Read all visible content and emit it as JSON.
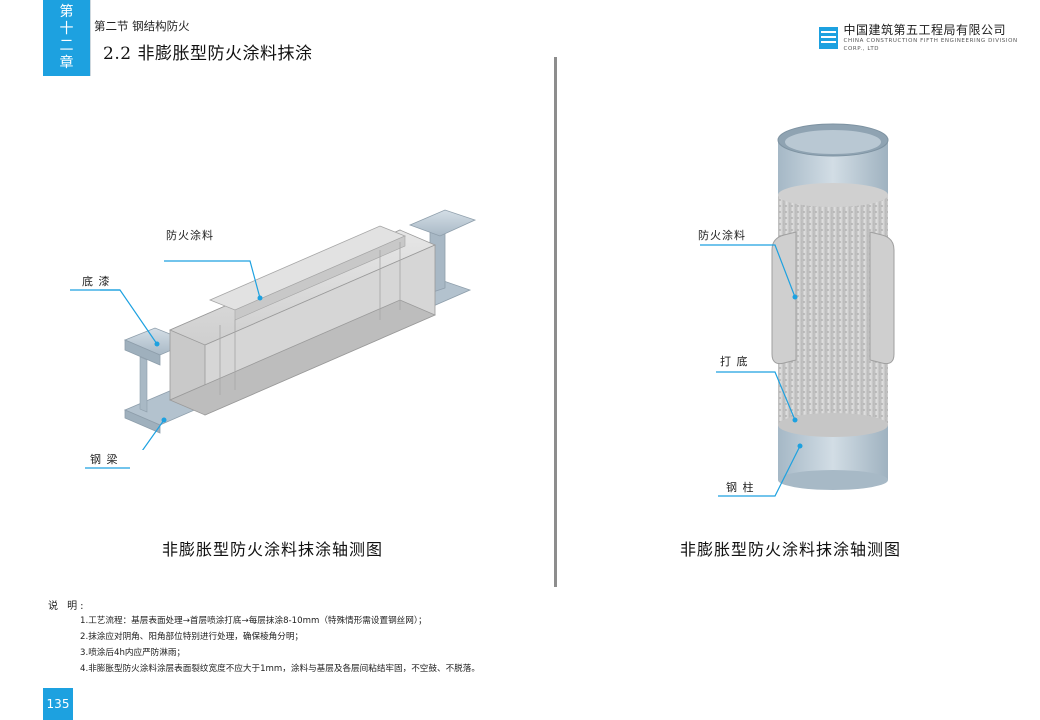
{
  "header": {
    "chapter_chars": [
      "第",
      "十",
      "二",
      "章"
    ],
    "section": "第二节  钢结构防火",
    "title": "2.2  非膨胀型防火涂料抹涂"
  },
  "logo": {
    "name_cn": "中国建筑第五工程局有限公司",
    "name_en": "CHINA CONSTRUCTION FIFTH ENGINEERING DIVISION CORP., LTD",
    "color": "#1da1e0"
  },
  "left_figure": {
    "callouts": {
      "coating": "防火涂料",
      "primer": "底  漆",
      "beam": "钢  梁"
    },
    "caption": "非膨胀型防火涂料抹涂轴测图"
  },
  "right_figure": {
    "callouts": {
      "coating": "防火涂料",
      "base": "打  底",
      "column": "钢  柱"
    },
    "caption": "非膨胀型防火涂料抹涂轴测图"
  },
  "notes": {
    "title": "说  明:",
    "items": [
      "1.工艺流程：基层表面处理→首层喷涂打底→每层抹涂8-10mm（特殊情形需设置钢丝网）；",
      "2.抹涂应对阴角、阳角部位特别进行处理，确保棱角分明；",
      "3.喷涂后4h内应严防淋雨；",
      "4.非膨胀型防火涂料涂层表面裂纹宽度不应大于1mm，涂料与基层及各层间粘结牢固，不空鼓、不脱落。"
    ]
  },
  "page_number": "135",
  "colors": {
    "accent": "#1da1e0",
    "steel": "#b9c8d3",
    "coating": "#d9dadb",
    "leader": "#1da1e0"
  }
}
